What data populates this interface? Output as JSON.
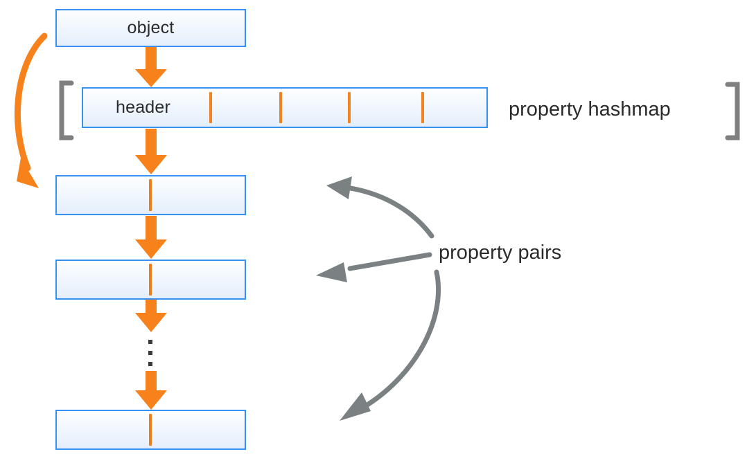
{
  "diagram": {
    "title": "object property hashmap and property pairs layout",
    "colors": {
      "box_border": "#3592f3",
      "box_fill_top": "#fdfeff",
      "box_fill_bottom": "#e4eefb",
      "orange_arrow": "#f7821b",
      "orange_tick": "#f58220",
      "gray_arrow": "#7b8183",
      "gray_bracket": "#7f7f7f",
      "text": "#2b2b2b",
      "background": "#ffffff"
    },
    "boxes": [
      {
        "id": "object",
        "label": "object"
      },
      {
        "id": "header",
        "label": "header"
      },
      {
        "id": "pair1",
        "label": ""
      },
      {
        "id": "pair2",
        "label": ""
      },
      {
        "id": "pair3",
        "label": ""
      }
    ],
    "annotations": [
      {
        "id": "property-hashmap",
        "label": "property hashmap"
      },
      {
        "id": "property-pairs",
        "label": "property pairs"
      }
    ],
    "hashmap_slot_ticks": 4,
    "ellipsis_dots": 3,
    "orange_arrows": 4,
    "gray_pointer_arrows": 3,
    "brackets": {
      "left": "[",
      "right": "]"
    }
  }
}
